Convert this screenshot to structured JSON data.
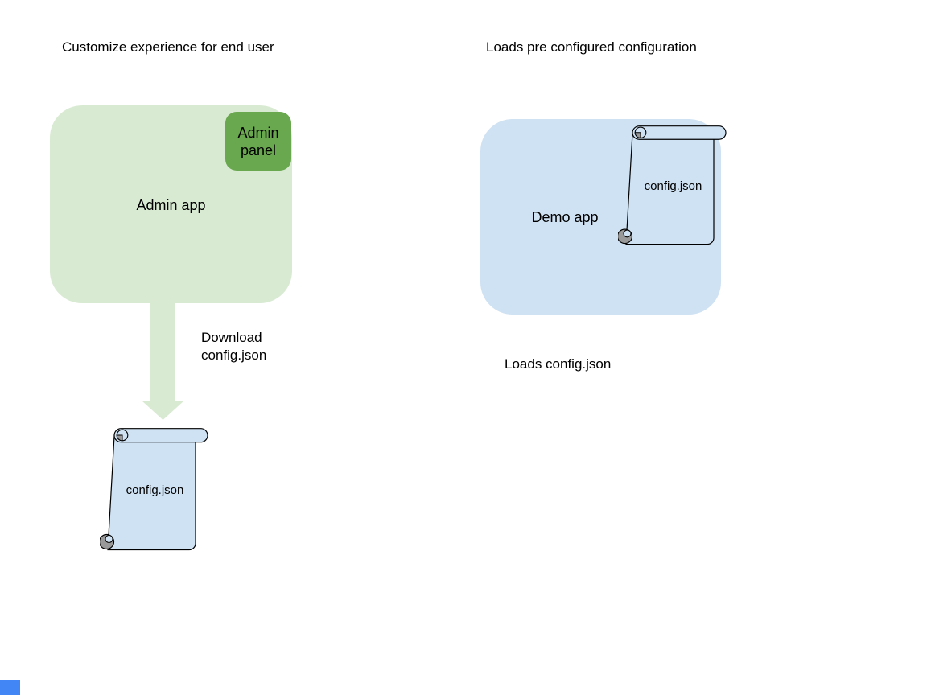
{
  "diagram": {
    "left": {
      "title": "Customize experience for end user",
      "app_label": "Admin app",
      "panel_label": "Admin panel",
      "arrow_caption": "Download config.json",
      "file_label": "config.json"
    },
    "right": {
      "title": "Loads pre configured configuration",
      "app_label": "Demo app",
      "file_label": "config.json",
      "caption": "Loads config.json"
    },
    "colors": {
      "app_green_light": "#d9ead3",
      "panel_green_dark": "#6aa84f",
      "file_blue_light": "#cfe2f3",
      "scroll_curl_gray": "#999999",
      "divider_gray": "#999999",
      "corner_square_blue": "#4285f4",
      "outline_black": "#000000"
    }
  }
}
